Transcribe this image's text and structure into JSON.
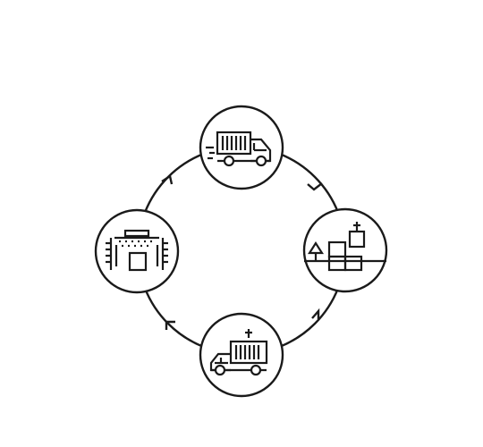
{
  "diagram": {
    "type": "cycle",
    "direction": "clockwise",
    "stroke_color": "#1a1a1a",
    "background_color": "#ffffff",
    "nodes": [
      {
        "position": "top",
        "icon": "delivery-truck-with-container-icon"
      },
      {
        "position": "right",
        "icon": "container-yard-crane-and-tree-icon"
      },
      {
        "position": "bottom",
        "icon": "truck-loading-container-icon"
      },
      {
        "position": "left",
        "icon": "container-wash-station-icon"
      }
    ],
    "arrows": [
      {
        "from": "top",
        "to": "right"
      },
      {
        "from": "right",
        "to": "bottom"
      },
      {
        "from": "bottom",
        "to": "left"
      },
      {
        "from": "left",
        "to": "top"
      }
    ]
  }
}
